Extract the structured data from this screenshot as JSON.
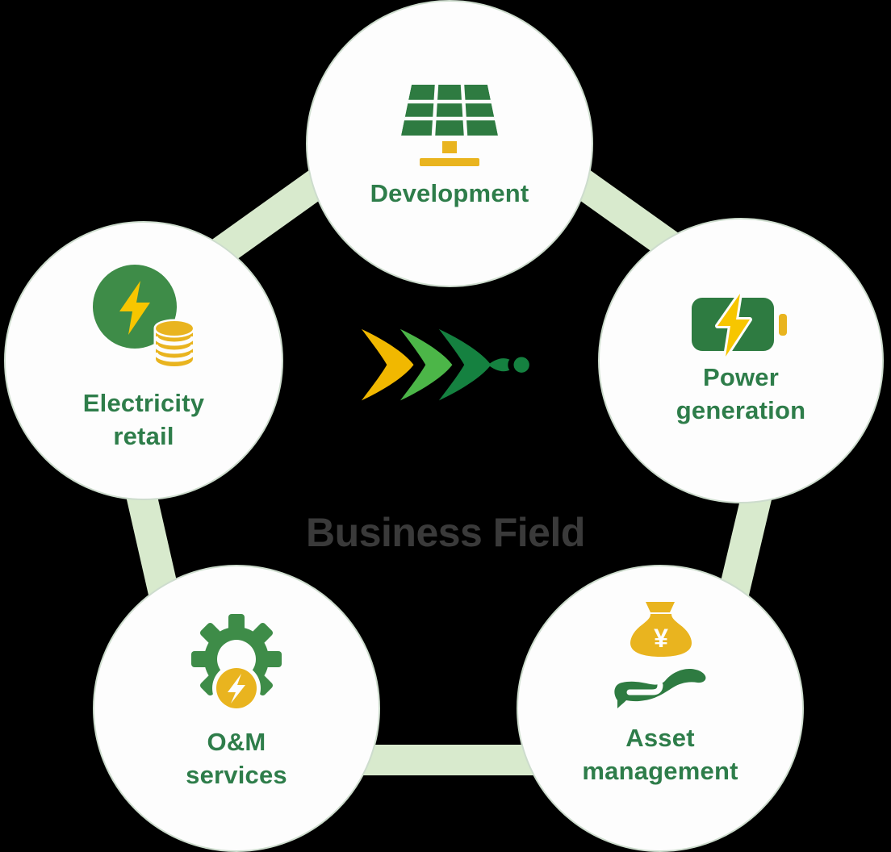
{
  "title": "Business Field",
  "currency_symbol": "¥",
  "nodes": [
    {
      "id": "development",
      "label": "Development",
      "lines": [
        "Development"
      ],
      "icon": "solar-panel-icon"
    },
    {
      "id": "power-generation",
      "label": "Power generation",
      "lines": [
        "Power",
        "generation"
      ],
      "icon": "battery-charging-icon"
    },
    {
      "id": "electricity-retail",
      "label": "Electricity retail",
      "lines": [
        "Electricity",
        "retail"
      ],
      "icon": "bolt-circle-coins-icon"
    },
    {
      "id": "om-services",
      "label": "O&M services",
      "lines": [
        "O&M",
        "services"
      ],
      "icon": "gear-bolt-icon"
    },
    {
      "id": "asset-management",
      "label": "Asset management",
      "lines": [
        "Asset",
        "management"
      ],
      "icon": "money-bag-hand-icon"
    }
  ],
  "center_logo": "triple-chevron-arrow-logo",
  "colors": {
    "background": "#000000",
    "circle_fill": "#FDFDFD",
    "circle_border": "#CDDCCD",
    "connector_band": "#D8EACD",
    "label_green": "#2E7D4A",
    "icon_green_dark": "#2E7B41",
    "icon_green_mid": "#3E8C48",
    "gold": "#E9B41F",
    "bolt_yellow": "#F7C600",
    "chevron_yellow": "#F1B800",
    "chevron_light_green": "#4CB648",
    "chevron_dark_green": "#158140",
    "title_charcoal": "#3A3A3A"
  }
}
